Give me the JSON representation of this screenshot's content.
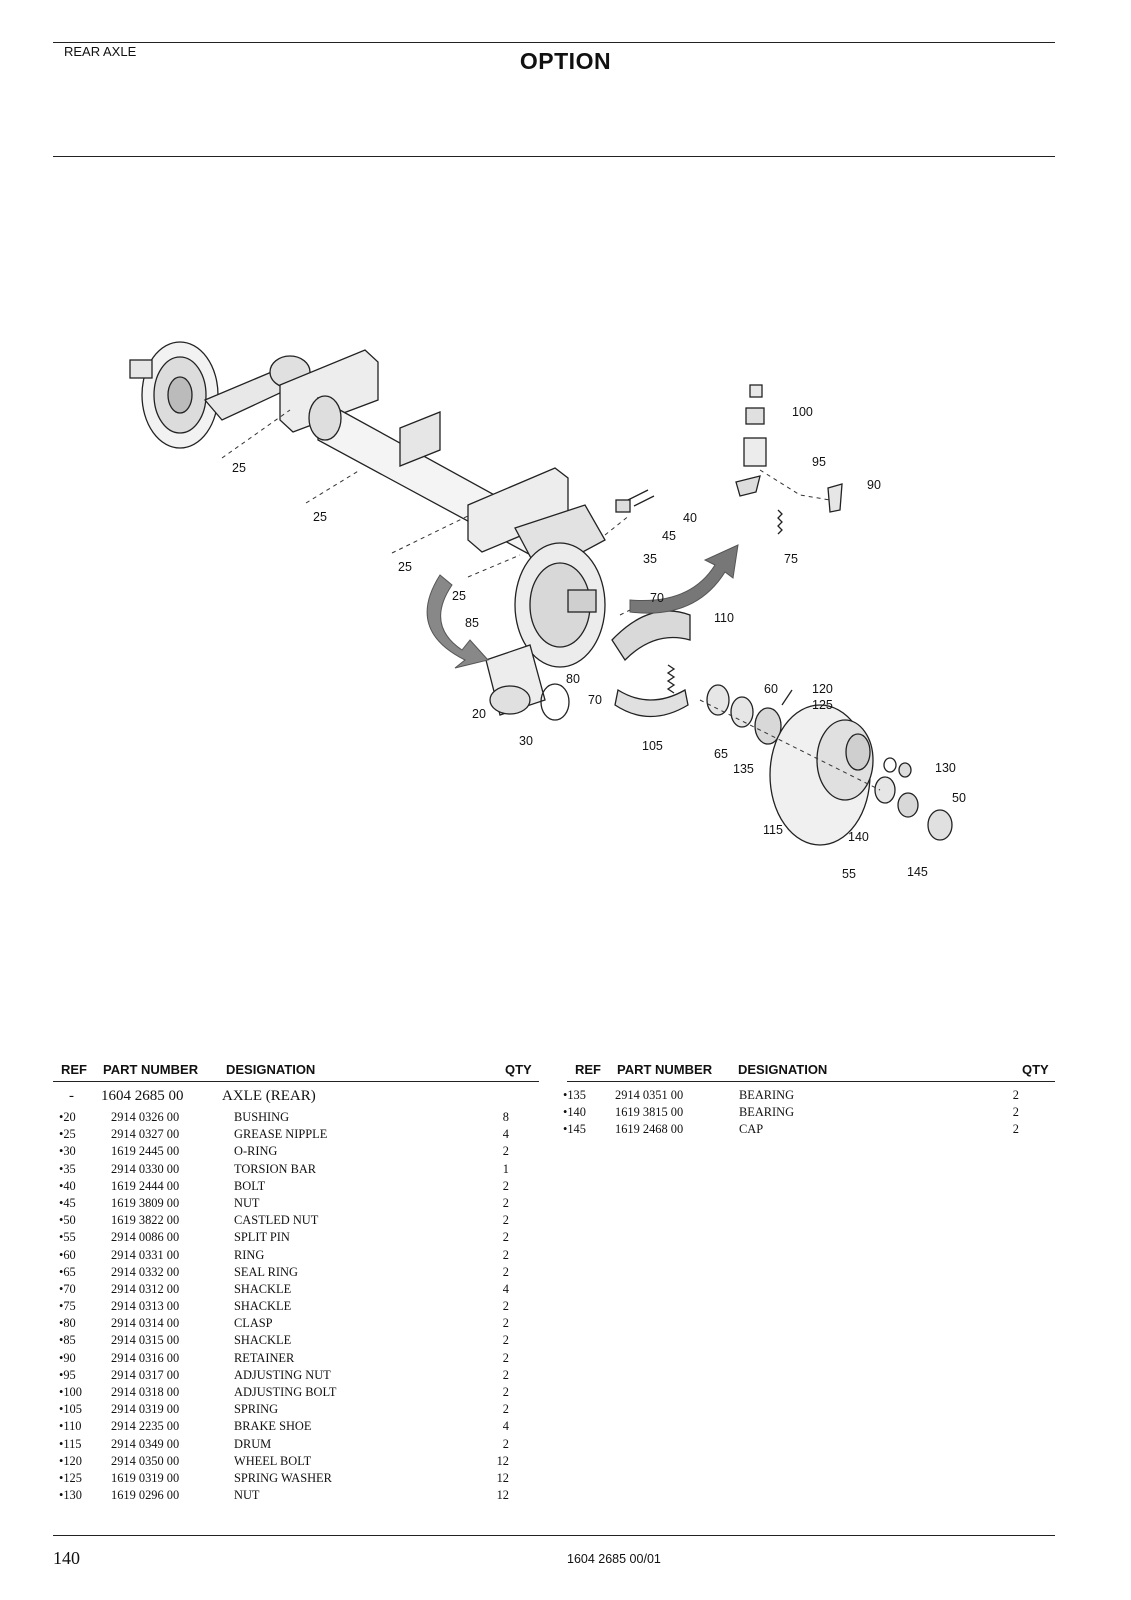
{
  "header": {
    "section": "REAR AXLE",
    "title": "OPTION"
  },
  "columns": {
    "ref": "REF",
    "part_number": "PART NUMBER",
    "designation": "DESIGNATION",
    "qty": "QTY"
  },
  "callouts": [
    "25",
    "25",
    "25",
    "25",
    "85",
    "20",
    "30",
    "80",
    "70",
    "105",
    "35",
    "70",
    "110",
    "40",
    "45",
    "100",
    "95",
    "90",
    "75",
    "60",
    "65",
    "135",
    "120",
    "125",
    "115",
    "140",
    "130",
    "50",
    "55",
    "145"
  ],
  "parts_left": [
    {
      "ref": "-",
      "part": "1604 2685 00",
      "designation": "AXLE (REAR)",
      "qty": ""
    },
    {
      "ref": "•20",
      "part": "2914 0326 00",
      "designation": "BUSHING",
      "qty": "8"
    },
    {
      "ref": "•25",
      "part": "2914 0327 00",
      "designation": "GREASE NIPPLE",
      "qty": "4"
    },
    {
      "ref": "•30",
      "part": "1619 2445 00",
      "designation": "O-RING",
      "qty": "2"
    },
    {
      "ref": "•35",
      "part": "2914 0330 00",
      "designation": "TORSION  BAR",
      "qty": "1"
    },
    {
      "ref": "•40",
      "part": "1619 2444 00",
      "designation": "BOLT",
      "qty": "2"
    },
    {
      "ref": "•45",
      "part": "1619 3809 00",
      "designation": "NUT",
      "qty": "2"
    },
    {
      "ref": "•50",
      "part": "1619 3822 00",
      "designation": "CASTLED NUT",
      "qty": "2"
    },
    {
      "ref": "•55",
      "part": "2914 0086 00",
      "designation": "SPLIT PIN",
      "qty": "2"
    },
    {
      "ref": "•60",
      "part": "2914 0331 00",
      "designation": "RING",
      "qty": "2"
    },
    {
      "ref": "•65",
      "part": "2914 0332 00",
      "designation": "SEAL RING",
      "qty": "2"
    },
    {
      "ref": "•70",
      "part": "2914 0312 00",
      "designation": "SHACKLE",
      "qty": "4"
    },
    {
      "ref": "•75",
      "part": "2914 0313 00",
      "designation": "SHACKLE",
      "qty": "2"
    },
    {
      "ref": "•80",
      "part": "2914 0314 00",
      "designation": "CLASP",
      "qty": "2"
    },
    {
      "ref": "•85",
      "part": "2914 0315 00",
      "designation": "SHACKLE",
      "qty": "2"
    },
    {
      "ref": "•90",
      "part": "2914 0316 00",
      "designation": "RETAINER",
      "qty": "2"
    },
    {
      "ref": "•95",
      "part": "2914 0317 00",
      "designation": "ADJUSTING NUT",
      "qty": "2"
    },
    {
      "ref": "•100",
      "part": "2914 0318 00",
      "designation": "ADJUSTING BOLT",
      "qty": "2"
    },
    {
      "ref": "•105",
      "part": "2914 0319 00",
      "designation": "SPRING",
      "qty": "2"
    },
    {
      "ref": "•110",
      "part": "2914 2235 00",
      "designation": "BRAKE SHOE",
      "qty": "4"
    },
    {
      "ref": "•115",
      "part": "2914 0349 00",
      "designation": "DRUM",
      "qty": "2"
    },
    {
      "ref": "•120",
      "part": "2914 0350 00",
      "designation": "WHEEL BOLT",
      "qty": "12"
    },
    {
      "ref": "•125",
      "part": "1619 0319 00",
      "designation": "SPRING WASHER",
      "qty": "12"
    },
    {
      "ref": "•130",
      "part": "1619 0296 00",
      "designation": "NUT",
      "qty": "12"
    }
  ],
  "parts_right": [
    {
      "ref": "•135",
      "part": "2914 0351 00",
      "designation": "BEARING",
      "qty": "2"
    },
    {
      "ref": "•140",
      "part": "1619 3815 00",
      "designation": "BEARING",
      "qty": "2"
    },
    {
      "ref": "•145",
      "part": "1619 2468 00",
      "designation": "CAP",
      "qty": "2"
    }
  ],
  "footer": {
    "page_number": "140",
    "document_number": "1604 2685 00/01"
  }
}
